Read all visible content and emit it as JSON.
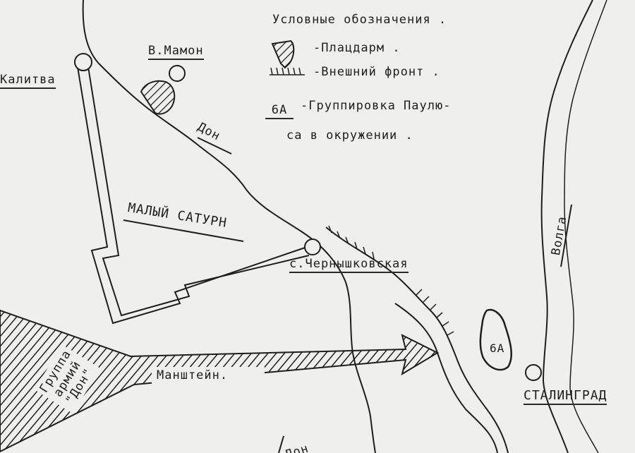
{
  "legend": {
    "title": "Условные обозначения .",
    "bridgehead": "-Плацдарм .",
    "outer_front": "-Внешний фронт .",
    "group_code": "6А",
    "group_line1": "-Группировка Паулю-",
    "group_line2": "са в окружении ."
  },
  "places": {
    "kalitva": "Калитва",
    "v_mamon": "В.Мамон",
    "chernyshkovskaya": "с.Чернышковская",
    "stalingrad": "СТАЛИНГРАД"
  },
  "rivers": {
    "don_north": "Дон",
    "don_south": "Дон",
    "volga": "Волга"
  },
  "operations": {
    "maly_saturn": "МАЛЫЙ САТУРН",
    "manstein": "Манштейн.",
    "army_group_line1": "Группа",
    "army_group_line2": "армий",
    "army_group_line3": "\"Дон\"",
    "encircled_code": "6А"
  },
  "colors": {
    "paper": "#efefed",
    "ink": "#1e1e1e"
  }
}
